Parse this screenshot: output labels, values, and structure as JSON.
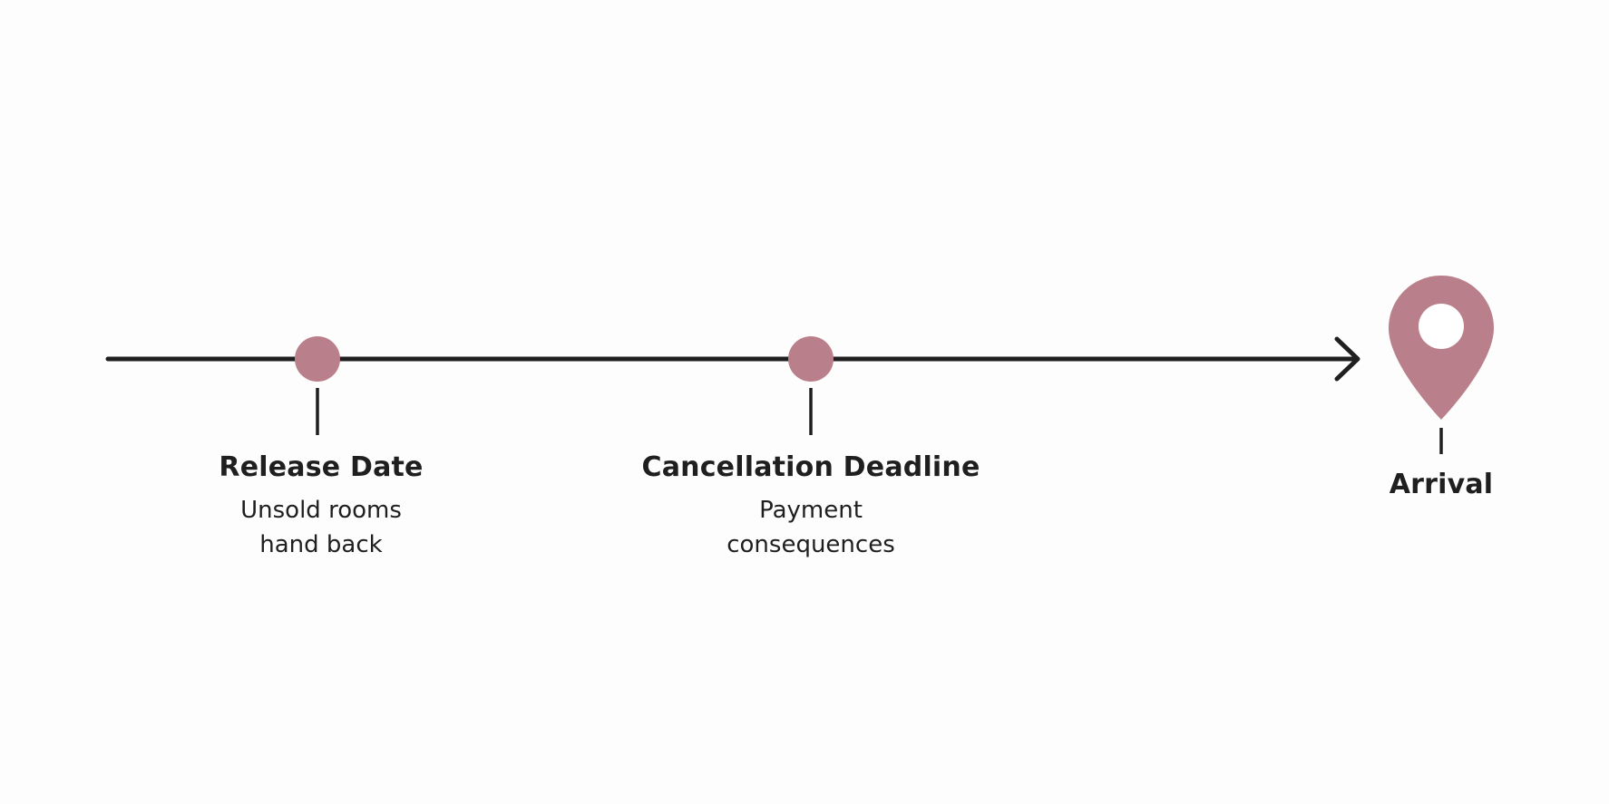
{
  "colors": {
    "background": "#fdfdfd",
    "line": "#1f1f1f",
    "marker": "#b97f8a",
    "text": "#1f1f1f"
  },
  "timeline": {
    "milestones": [
      {
        "title": "Release Date",
        "description": "Unsold rooms\nhand back",
        "icon": "dot"
      },
      {
        "title": "Cancellation Deadline",
        "description": "Payment\nconsequences",
        "icon": "dot"
      },
      {
        "title": "Arrival",
        "description": "",
        "icon": "location-pin-icon"
      }
    ]
  }
}
